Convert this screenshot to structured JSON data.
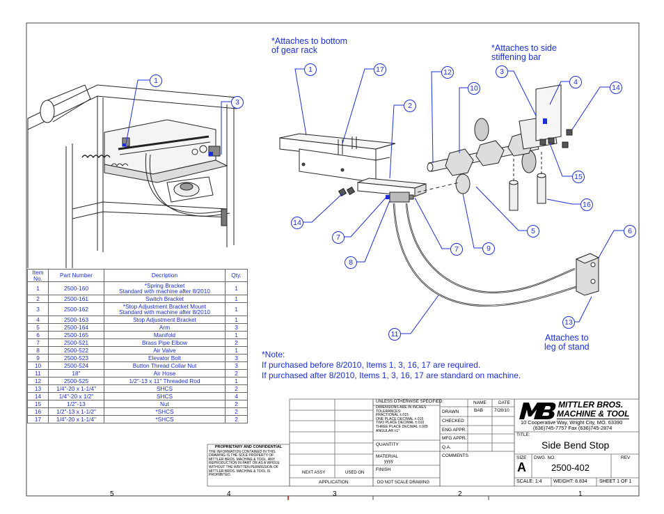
{
  "callouts": {
    "attach_bottom": [
      "*Attaches to bottom",
      "of gear rack"
    ],
    "attach_side": [
      "*Attaches to side",
      "stiffening bar"
    ],
    "attach_leg": [
      "Attaches to",
      "leg of stand"
    ]
  },
  "balloons": [
    "1",
    "2",
    "3",
    "4",
    "5",
    "6",
    "7",
    "8",
    "9",
    "10",
    "11",
    "12",
    "13",
    "14",
    "15",
    "16",
    "17"
  ],
  "note": {
    "label": "*Note:",
    "line1": "If purchased before 8/2010, Items 1, 3, 16, 17 are required.",
    "line2": "If purchased after 8/2010, Items 1, 3, 16, 17 are standard on machine."
  },
  "bom": {
    "headers": {
      "item": "Item No.",
      "part": "Part Number",
      "desc": "Decription",
      "qty": "Qty."
    },
    "rows": [
      {
        "item": "1",
        "part": "2500-160",
        "desc": "*Spring Bracket",
        "desc2": "Standard with machine after 8/2010",
        "qty": "1"
      },
      {
        "item": "2",
        "part": "2500-161",
        "desc": "Switch Bracket",
        "qty": "1"
      },
      {
        "item": "3",
        "part": "2500-162",
        "desc": "*Stop Adjustment Bracket Mount",
        "desc2": "Standard with machine after 8/2010",
        "qty": "1"
      },
      {
        "item": "4",
        "part": "2500-163",
        "desc": "Stop Adjustment Bracket",
        "qty": "1"
      },
      {
        "item": "5",
        "part": "2500-164",
        "desc": "Arm",
        "qty": "3"
      },
      {
        "item": "6",
        "part": "2500-165",
        "desc": "Manifold",
        "qty": "1"
      },
      {
        "item": "7",
        "part": "2500-521",
        "desc": "Brass Pipe Elbow",
        "qty": "2"
      },
      {
        "item": "8",
        "part": "2500-522",
        "desc": "Air Valve",
        "qty": "1"
      },
      {
        "item": "9",
        "part": "2500-523",
        "desc": "Elevator Bolt",
        "qty": "3"
      },
      {
        "item": "10",
        "part": "2500-524",
        "desc": "Button Thread Collar Nut",
        "qty": "3"
      },
      {
        "item": "11",
        "part": "18\"",
        "desc": "Air Hose",
        "qty": "2"
      },
      {
        "item": "12",
        "part": "2500-525",
        "desc": "1/2\"-13 x 11\" Threaded Rod",
        "qty": "1"
      },
      {
        "item": "13",
        "part": "1/4\"-20 x 1-1/4\"",
        "desc": "SHCS",
        "qty": "2"
      },
      {
        "item": "14",
        "part": "1/4\"-20 x 1/2\"",
        "desc": "SHCS",
        "qty": "4"
      },
      {
        "item": "15",
        "part": "1/2\"-13",
        "desc": "Nut",
        "qty": "2"
      },
      {
        "item": "16",
        "part": "1/2\"-13 x 1-1/2\"",
        "desc": "*SHCS",
        "qty": "2"
      },
      {
        "item": "17",
        "part": "1/4\"-20 x 1-1/4\"",
        "desc": "*SHCS",
        "qty": "2"
      }
    ]
  },
  "proprietary": {
    "title": "PROPRIETARY AND CONFIDENTIAL",
    "body": "THE INFORMATION CONTAINED IN THIS DRAWING IS THE SOLE PROPERTY OF MITTLER BROS. MACHINE & TOOL. ANY REPRODUCTION IN PART OR AS A WHOLE WITHOUT THE WRITTEN PERMISSION OF MITTLER BROS. MACHINE & TOOL IS PROHIBITED."
  },
  "title_block": {
    "next_assy": "NEXT ASSY",
    "used_on": "USED ON",
    "application": "APPLICATION",
    "unless": "UNLESS OTHERWISE SPECIFIED:",
    "dims": [
      "DIMENSIONS ARE IN INCHES",
      "TOLERANCES:",
      "FRACTIONAL ±.015",
      "ONE PLACE DECIMAL ±.015",
      "TWO PLACE DECIMAL ±.010",
      "THREE PLACE DECIMAL ±.005",
      "ANGULAR ±1°"
    ],
    "name": "NAME",
    "date": "DATE",
    "drawn": "DRAWN",
    "drawn_name": "BAB",
    "drawn_date": "7/28/10",
    "checked": "CHECKED",
    "eng_appr": "ENG APPR.",
    "mfg_appr": "MFG APPR.",
    "qa": "Q.A.",
    "comments": "COMMENTS",
    "quantity": "QUANTITY",
    "material": "MATERIAL",
    "material_val": "yyyy",
    "finish": "FINISH",
    "do_not_scale": "DO NOT SCALE DRAWING",
    "logo": "MB",
    "company1": "MITTLER BROS.",
    "company2": "MACHINE & TOOL",
    "address1": "10 Cooperative Way, Wright City, MO. 63390",
    "address2": "(636)745-7757  Fax (636)745-2874",
    "title_label": "TITLE:",
    "title": "Side Bend Stop",
    "size_label": "SIZE",
    "size": "A",
    "dwg_label": "DWG.  NO.",
    "dwg_no": "2500-402",
    "rev_label": "REV",
    "scale": "SCALE: 1:4",
    "weight": "WEIGHT: 8.834",
    "sheet": "SHEET 1 OF 1"
  },
  "zones": [
    "5",
    "4",
    "3",
    "2",
    "1"
  ]
}
